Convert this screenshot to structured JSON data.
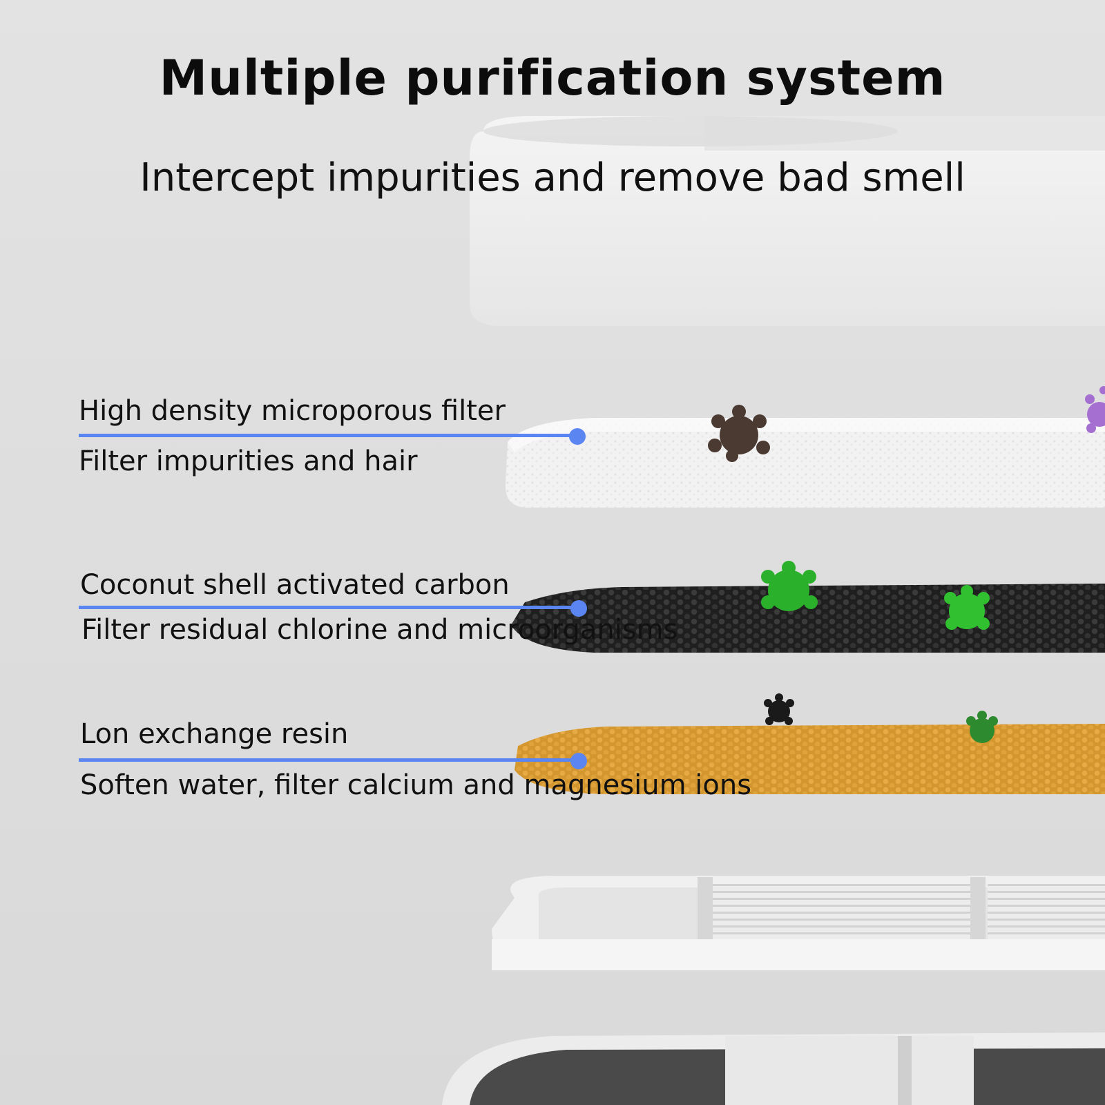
{
  "title": "Multiple purification system",
  "subtitle": "Intercept impurities and remove bad smell",
  "accent_color": "#5b86f2",
  "layers": [
    {
      "label": "High density microporous filter",
      "description": "Filter impurities and hair"
    },
    {
      "label": "Coconut shell activated carbon",
      "description": "Filter residual chlorine and microorganisms"
    },
    {
      "label": "Lon exchange resin",
      "description": "Soften water, filter calcium and magnesium ions"
    }
  ]
}
